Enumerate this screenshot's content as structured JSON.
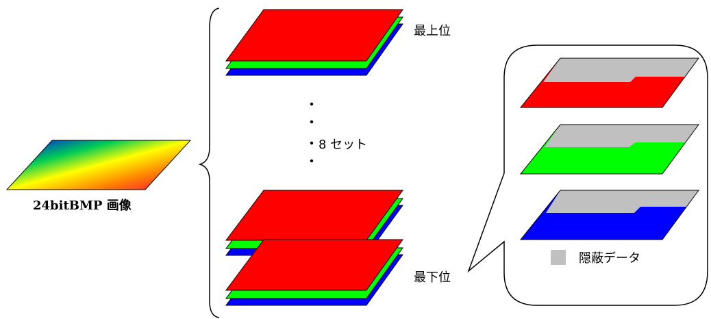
{
  "labels": {
    "image_caption": "24bitBMP 画像",
    "top_plane": "最上位",
    "bottom_plane": "最下位",
    "sets_count": "8 セット",
    "legend_hidden": "隠蔽データ",
    "bullet": "・"
  },
  "colors": {
    "red": "#ff0000",
    "green": "#00ff00",
    "blue": "#0000ff",
    "hidden_gray": "#c0c0c0",
    "outline": "#000000"
  }
}
